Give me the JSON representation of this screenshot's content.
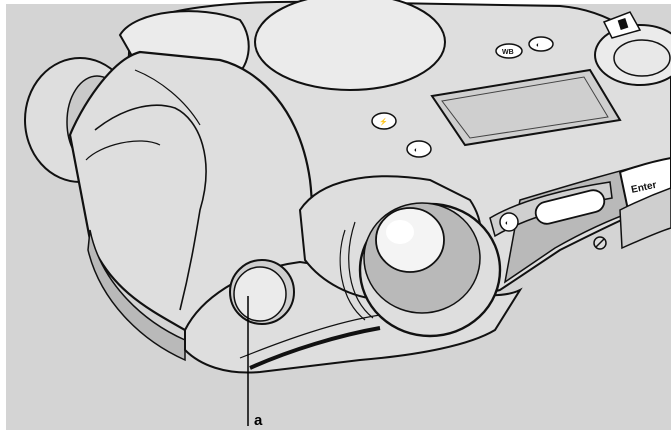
{
  "colors": {
    "background": "#d4d4d4",
    "body": "#dedede",
    "body_light": "#ebebeb",
    "body_shadow": "#b9b9b9",
    "lens_glass": "#f4f4f4",
    "outline": "#111111"
  },
  "buttons": {
    "wb_label": "WB",
    "enter_label": "Enter",
    "small_button_1_glyph": "◐",
    "small_button_2_glyph": "⚡",
    "small_button_3_glyph": "◐",
    "small_button_4_glyph": "◐"
  },
  "callout": {
    "label": "a"
  }
}
